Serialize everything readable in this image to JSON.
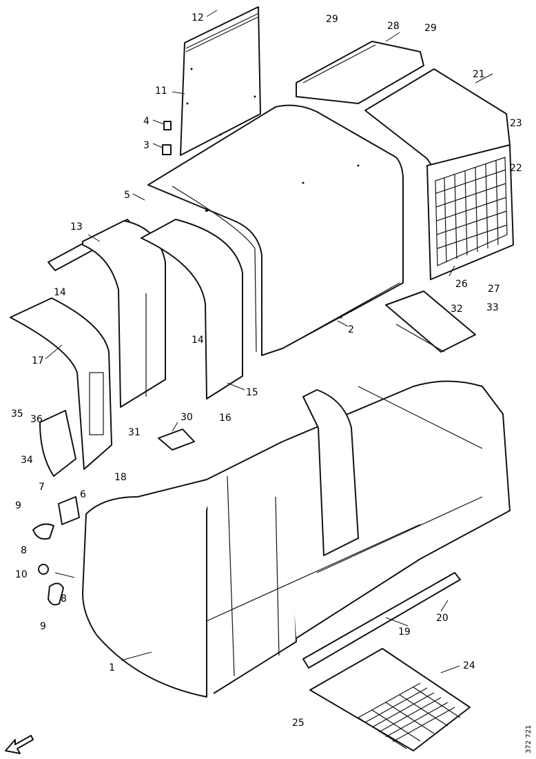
{
  "diagram": {
    "callouts": [
      {
        "id": "c1",
        "label": "1"
      },
      {
        "id": "c2",
        "label": "2"
      },
      {
        "id": "c3",
        "label": "3"
      },
      {
        "id": "c4",
        "label": "4"
      },
      {
        "id": "c5",
        "label": "5"
      },
      {
        "id": "c6",
        "label": "6"
      },
      {
        "id": "c7",
        "label": "7"
      },
      {
        "id": "c8a",
        "label": "8"
      },
      {
        "id": "c8b",
        "label": "8"
      },
      {
        "id": "c9a",
        "label": "9"
      },
      {
        "id": "c9b",
        "label": "9"
      },
      {
        "id": "c10",
        "label": "10"
      },
      {
        "id": "c11",
        "label": "11"
      },
      {
        "id": "c12",
        "label": "12"
      },
      {
        "id": "c13",
        "label": "13"
      },
      {
        "id": "c14a",
        "label": "14"
      },
      {
        "id": "c14b",
        "label": "14"
      },
      {
        "id": "c15",
        "label": "15"
      },
      {
        "id": "c16",
        "label": "16"
      },
      {
        "id": "c17",
        "label": "17"
      },
      {
        "id": "c18",
        "label": "18"
      },
      {
        "id": "c19",
        "label": "19"
      },
      {
        "id": "c20",
        "label": "20"
      },
      {
        "id": "c21",
        "label": "21"
      },
      {
        "id": "c22",
        "label": "22"
      },
      {
        "id": "c23",
        "label": "23"
      },
      {
        "id": "c24",
        "label": "24"
      },
      {
        "id": "c25",
        "label": "25"
      },
      {
        "id": "c26",
        "label": "26"
      },
      {
        "id": "c27",
        "label": "27"
      },
      {
        "id": "c28",
        "label": "28"
      },
      {
        "id": "c29a",
        "label": "29"
      },
      {
        "id": "c29b",
        "label": "29"
      },
      {
        "id": "c30",
        "label": "30"
      },
      {
        "id": "c31",
        "label": "31"
      },
      {
        "id": "c32",
        "label": "32"
      },
      {
        "id": "c33",
        "label": "33"
      },
      {
        "id": "c34",
        "label": "34"
      },
      {
        "id": "c35",
        "label": "35"
      },
      {
        "id": "c36",
        "label": "36"
      }
    ],
    "document_id": "372 721",
    "icons": {
      "orientation_arrow": "arrow-down-left-icon"
    }
  }
}
